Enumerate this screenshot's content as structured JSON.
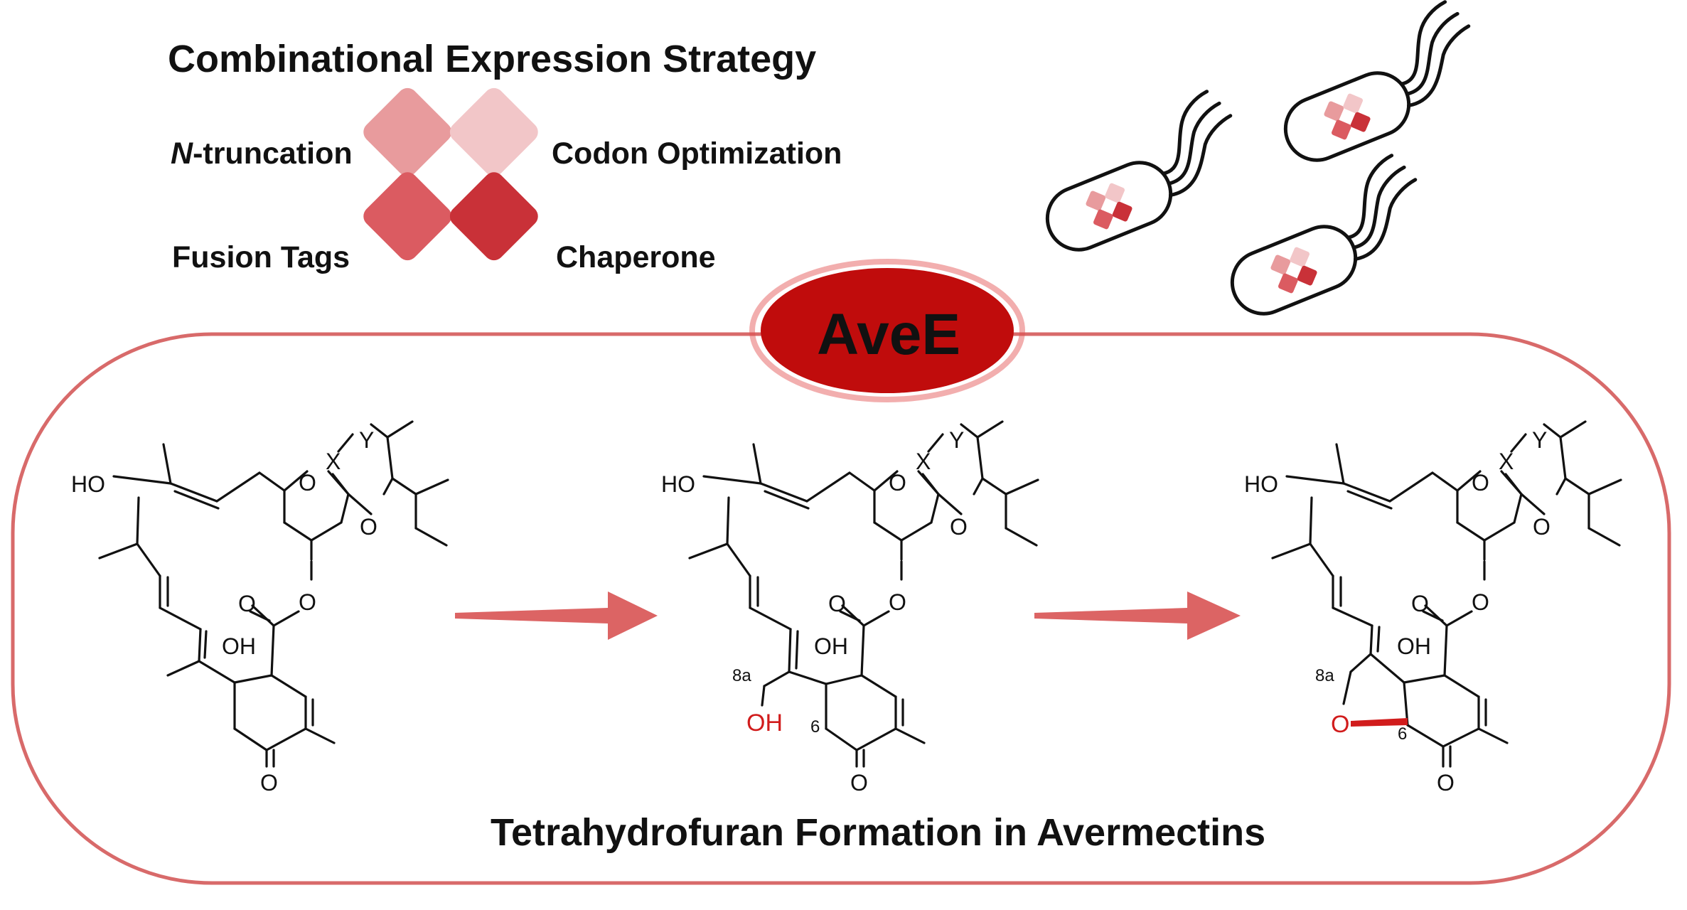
{
  "strategy": {
    "title": "Combinational Expression Strategy",
    "n_prefix": "N",
    "n_suffix": "-truncation",
    "codon": "Codon Optimization",
    "fusion": "Fusion Tags",
    "chaperone": "Chaperone"
  },
  "enzyme": "AveE",
  "reaction_title": "Tetrahydrofuran Formation in Avermectins",
  "molecules": {
    "atoms": {
      "ho": "HO",
      "o": "O",
      "x": "X",
      "y": "Y",
      "oh": "OH",
      "label_8a": "8a",
      "label_6": "6"
    }
  },
  "colors": {
    "accent_red": "#d11c1c",
    "frame": "#d86a6a",
    "arrow": "#dc6464",
    "enzyme_fill": "#c00c0c",
    "tile_1": "#e89b9d",
    "tile_2": "#f2c6c8",
    "tile_3": "#db5b61",
    "tile_4": "#c93138"
  }
}
